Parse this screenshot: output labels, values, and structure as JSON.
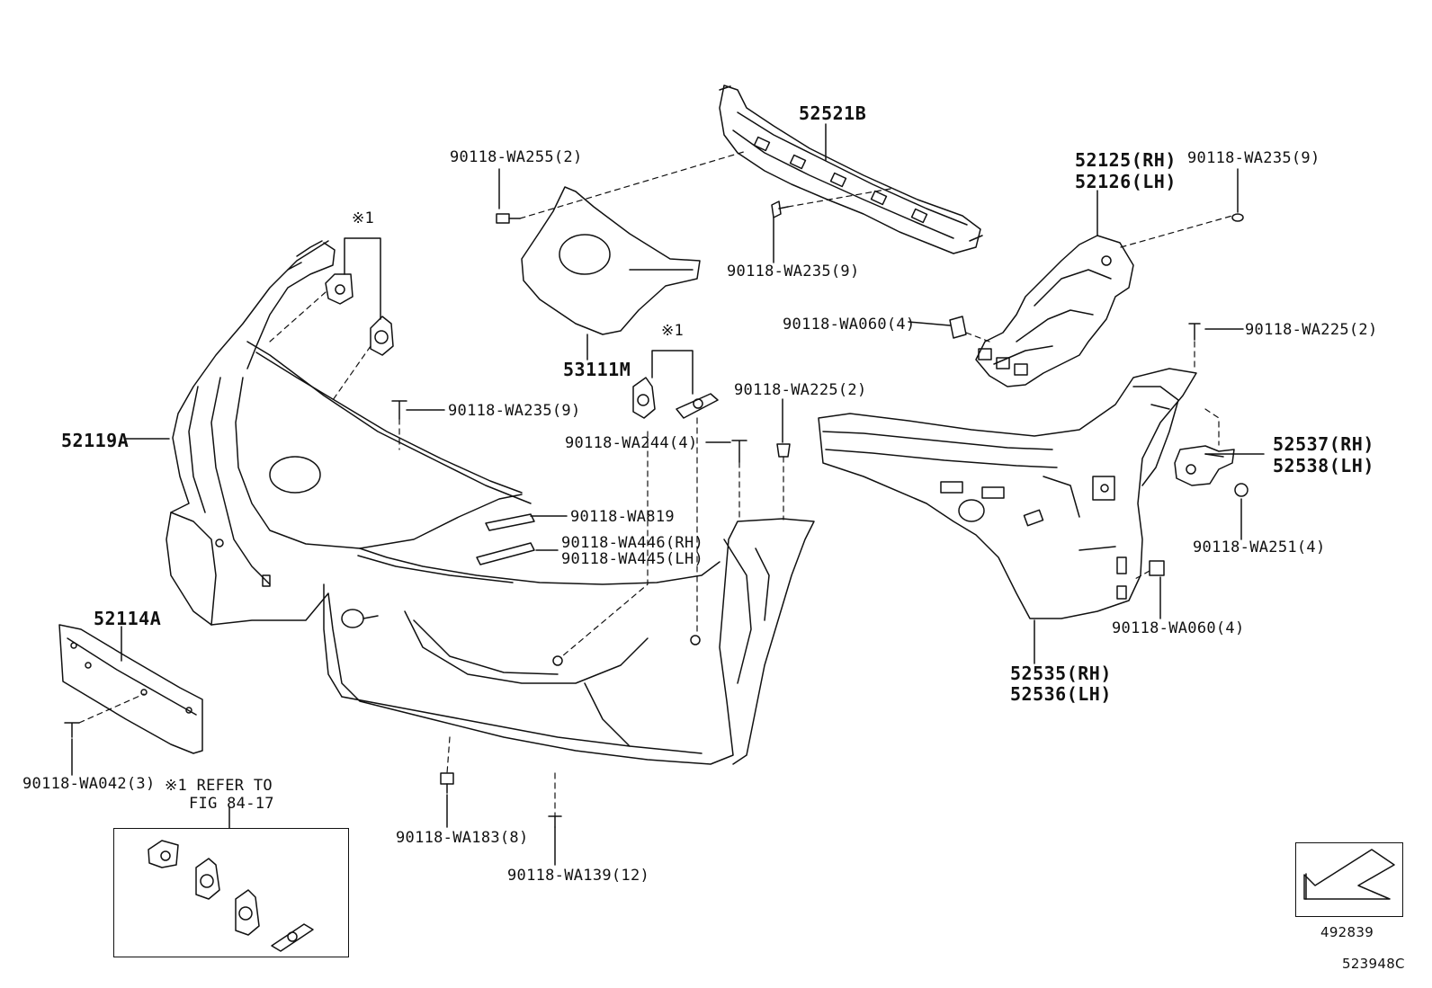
{
  "parts": {
    "p52521B": "52521B",
    "p52125": "52125(RH)",
    "p52126": "52126(LH)",
    "p53111M": "53111M",
    "p52119A": "52119A",
    "p52114A": "52114A",
    "p52537": "52537(RH)",
    "p52538": "52538(LH)",
    "p52535": "52535(RH)",
    "p52536": "52536(LH)"
  },
  "fasteners": {
    "wa255": "90118-WA255(2)",
    "wa235_top_right": "90118-WA235(9)",
    "wa235_center": "90118-WA235(9)",
    "wa235_left": "90118-WA235(9)",
    "wa060_upper": "90118-WA060(4)",
    "wa225_right": "90118-WA225(2)",
    "wa225_center": "90118-WA225(2)",
    "wa244": "90118-WA244(4)",
    "wa819": "90118-WA819",
    "wa446": "90118-WA446(RH)",
    "wa445": "90118-WA445(LH)",
    "wa251": "90118-WA251(4)",
    "wa060_lower": "90118-WA060(4)",
    "wa042": "90118-WA042(3)",
    "wa183": "90118-WA183(8)",
    "wa139": "90118-WA139(12)"
  },
  "notes": {
    "mark_left": "※1",
    "mark_center": "※1",
    "refer_line1": "※1 REFER TO",
    "refer_line2": "FIG 84-17"
  },
  "footer": {
    "nav_number": "492839",
    "figure_code": "523948C"
  }
}
